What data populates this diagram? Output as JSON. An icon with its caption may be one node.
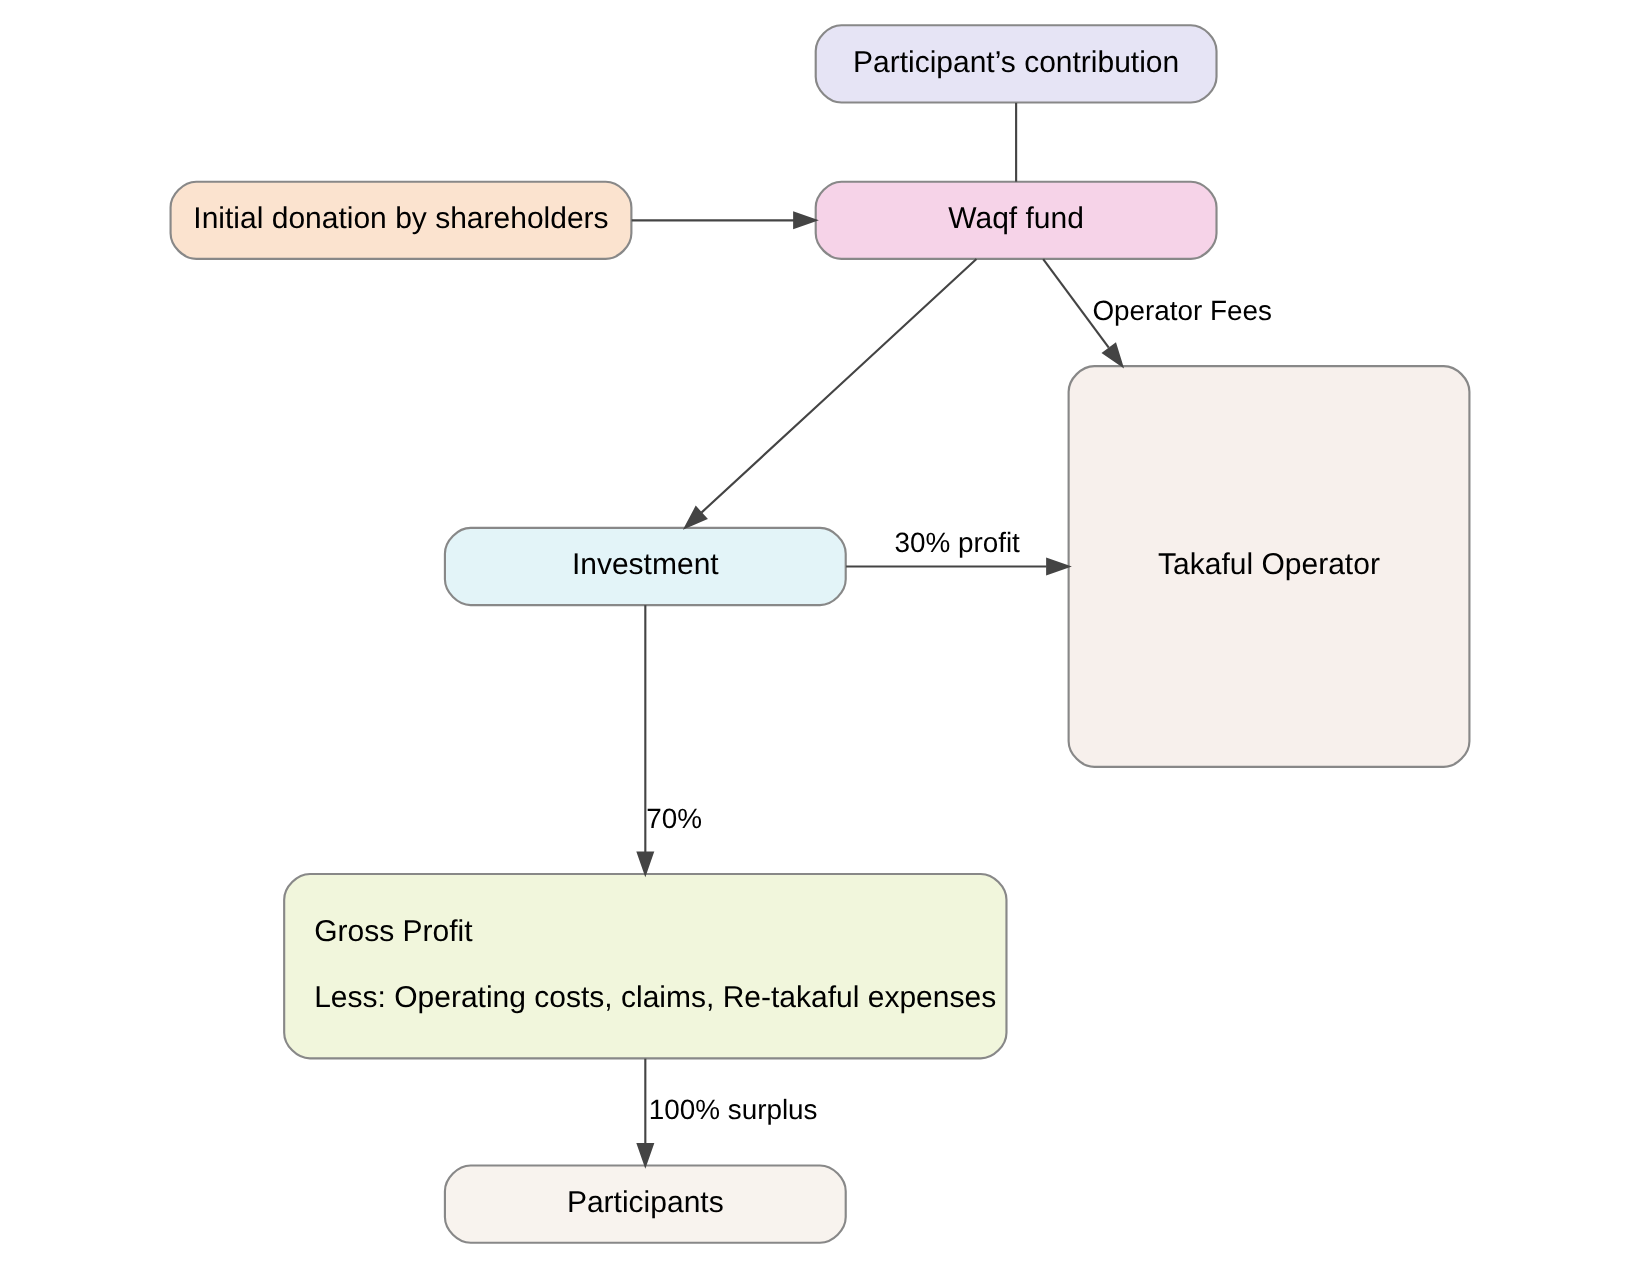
{
  "diagram": {
    "nodes": [
      {
        "text": [
          "Participant’s contribution"
        ]
      },
      {
        "text": [
          "Initial donation by shareholders"
        ]
      },
      {
        "text": [
          "Waqf fund"
        ]
      },
      {
        "text": [
          "Takaful Operator"
        ]
      },
      {
        "text": [
          "Investment"
        ]
      },
      {
        "text": [
          "Gross Profit",
          "Less: Operating costs, claims, Re-takaful expenses"
        ]
      },
      {
        "text": [
          "Participants"
        ]
      }
    ],
    "edges": [
      {
        "from": 0,
        "to": 2,
        "arrow": "none"
      },
      {
        "from": 1,
        "to": 2,
        "arrow": "to"
      },
      {
        "from": 2,
        "to": 4,
        "arrow": "to"
      },
      {
        "from": 2,
        "to": 3,
        "arrow": "to",
        "label": "Operator Fees"
      },
      {
        "from": 4,
        "to": 5,
        "arrow": "to",
        "label": "70%"
      },
      {
        "from": 4,
        "to": 3,
        "arrow": "to",
        "label": "30% profit"
      },
      {
        "from": 5,
        "to": 6,
        "arrow": "to",
        "label": "100% surplus"
      }
    ]
  }
}
